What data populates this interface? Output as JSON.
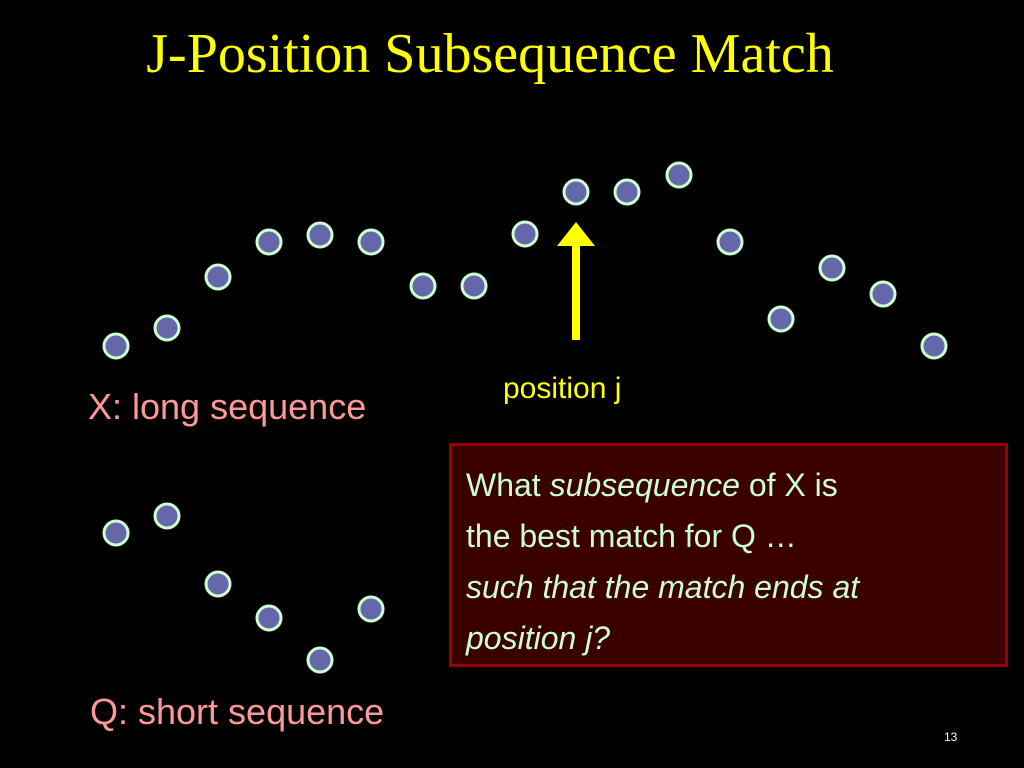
{
  "title": "J-Position Subsequence Match",
  "x_label": "X: long sequence",
  "q_label": "Q: short sequence",
  "position_label": "position j",
  "question": {
    "line1_a": "What ",
    "line1_b": "subsequence",
    "line1_c": " of X is",
    "line2": "the best match for Q …",
    "line3": "such that the match ends at",
    "line4": "position j?"
  },
  "page_number": "13",
  "colors": {
    "background": "#000000",
    "title": "#ffff00",
    "labels": "#ff9999",
    "arrow": "#ffff00",
    "dot_fill": "#6666aa",
    "dot_stroke": "#ccffcc",
    "box_fill": "#3a0000",
    "box_border": "#990000",
    "box_text": "#ccffcc"
  }
}
